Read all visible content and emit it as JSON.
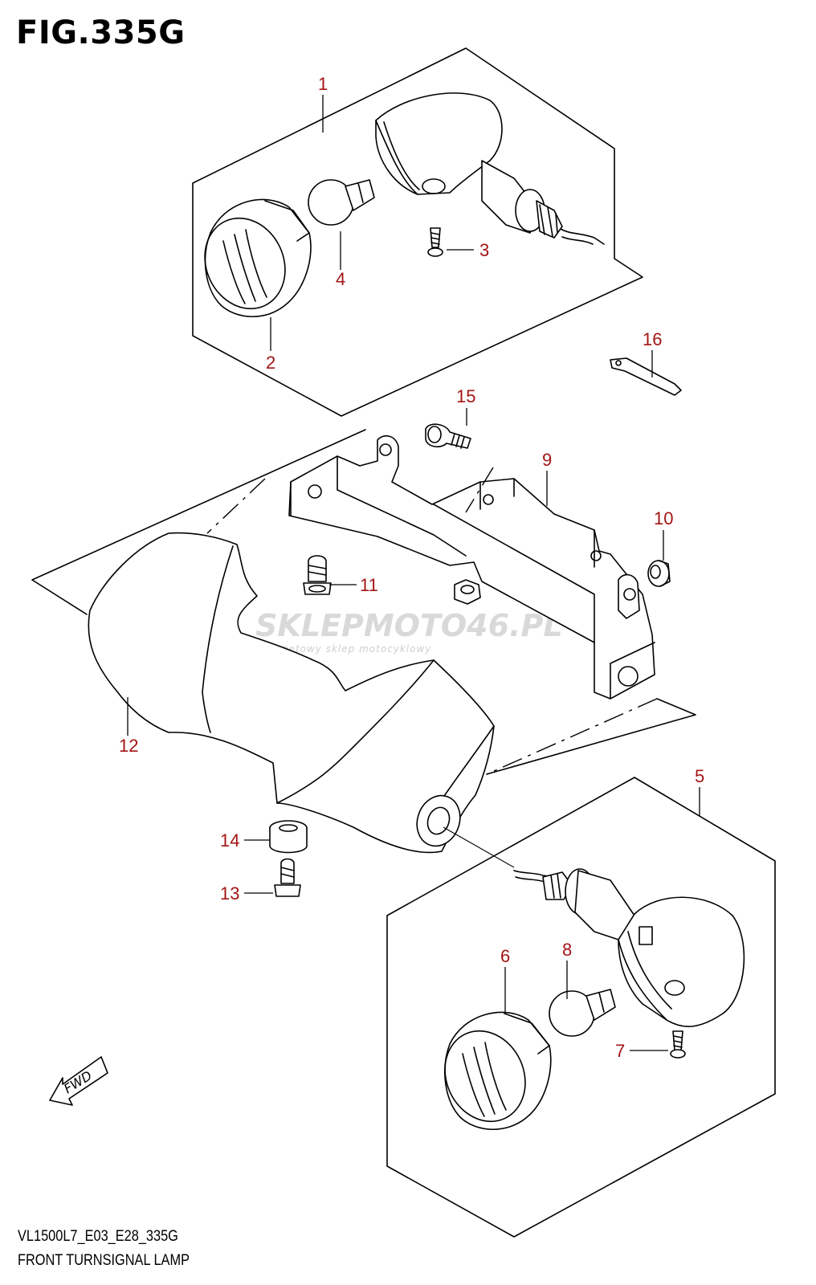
{
  "figure": {
    "title": "FIG.335G"
  },
  "footer": {
    "code": "VL1500L7_E03_E28_335G",
    "caption": "FRONT TURNSIGNAL LAMP"
  },
  "watermark": {
    "brand": "SKLEPMOTO46.PL",
    "tagline": "internetowy sklep motocyklowy"
  },
  "badge": {
    "fwd": "FWD"
  },
  "callouts": [
    "1",
    "2",
    "3",
    "4",
    "5",
    "6",
    "7",
    "8",
    "9",
    "10",
    "11",
    "12",
    "13",
    "14",
    "15",
    "16"
  ],
  "colors": {
    "callout": "#a31515",
    "line": "#000000",
    "watermark": "#d9d9d9"
  }
}
